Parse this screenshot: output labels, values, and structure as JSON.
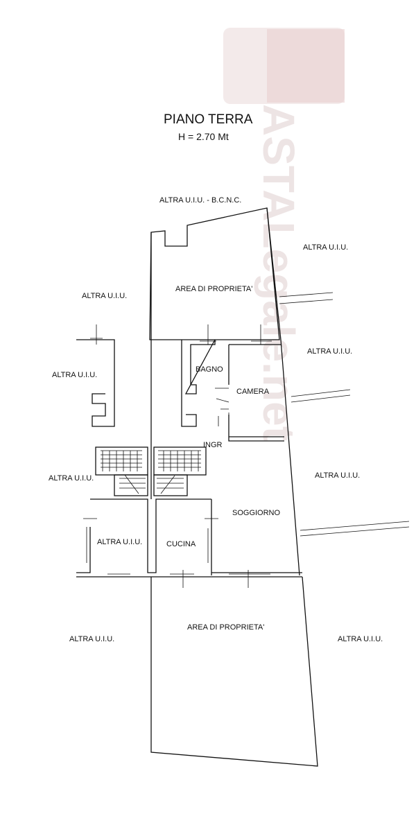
{
  "title": "PIANO TERRA",
  "height_note": "H = 2.70 Mt",
  "labels": {
    "altra_bcnc": "ALTRA U.I.U. - B.C.N.C.",
    "altra_top_right": "ALTRA U.I.U.",
    "altra_top_left": "ALTRA U.I.U.",
    "altra_left_block": "ALTRA U.I.U.",
    "altra_right_mid": "ALTRA U.I.U.",
    "altra_left_stairs": "ALTRA U.I.U.",
    "altra_right_lower": "ALTRA U.I.U.",
    "altra_inner": "ALTRA U.I.U.",
    "altra_bottom_left": "ALTRA U.I.U.",
    "altra_bottom_right": "ALTRA U.I.U.",
    "area_top": "AREA DI PROPRIETA'",
    "area_bottom": "AREA DI PROPRIETA'",
    "bagno": "BAGNO",
    "camera": "CAMERA",
    "ingr": "INGR",
    "soggiorno": "SOGGIORNO",
    "cucina": "CUCINA"
  },
  "watermark": {
    "text": "ASTALegale.net",
    "color": "#d8c4c4"
  }
}
